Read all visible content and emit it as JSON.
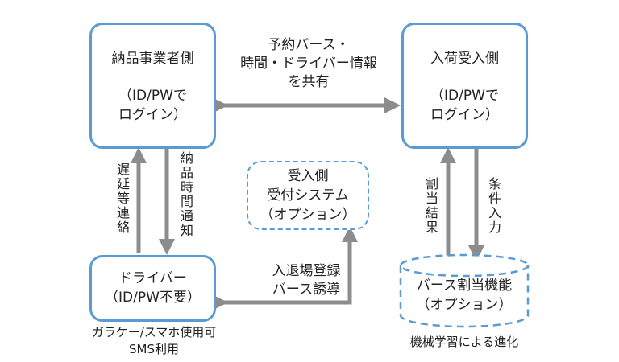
{
  "nodes": {
    "delivery_vendor": {
      "title": "納品事業者側",
      "login_line1": "（ID/PWで",
      "login_line2": "ログイン）"
    },
    "receiving_side": {
      "title": "入荷受入側",
      "login_line1": "（ID/PWで",
      "login_line2": "ログイン）"
    },
    "reception_system": {
      "line1": "受入側",
      "line2": "受付システム",
      "line3": "（オプション）"
    },
    "driver": {
      "line1": "ドライバー",
      "line2": "（ID/PW不要）"
    },
    "berth_allocation": {
      "line1": "バース割当機能",
      "line2": "（オプション）"
    }
  },
  "edges": {
    "share_info": {
      "line1": "予約バース・",
      "line2": "時間・ドライバー情報",
      "line3": "を共有"
    },
    "delay_contact": "遅延等連絡",
    "delivery_time_notice": "納品時間通知",
    "allocation_result": "割当結果",
    "condition_input": "条件入力",
    "entry_exit": {
      "line1": "入退場登録",
      "line2": "バース誘導"
    }
  },
  "notes": {
    "driver_note_1": "ガラケー/スマホ使用可",
    "driver_note_2": "SMS利用",
    "ml_note": "機械学習による進化"
  },
  "colors": {
    "box_border": "#5b9bd5",
    "arrow": "#8c8c8c"
  }
}
